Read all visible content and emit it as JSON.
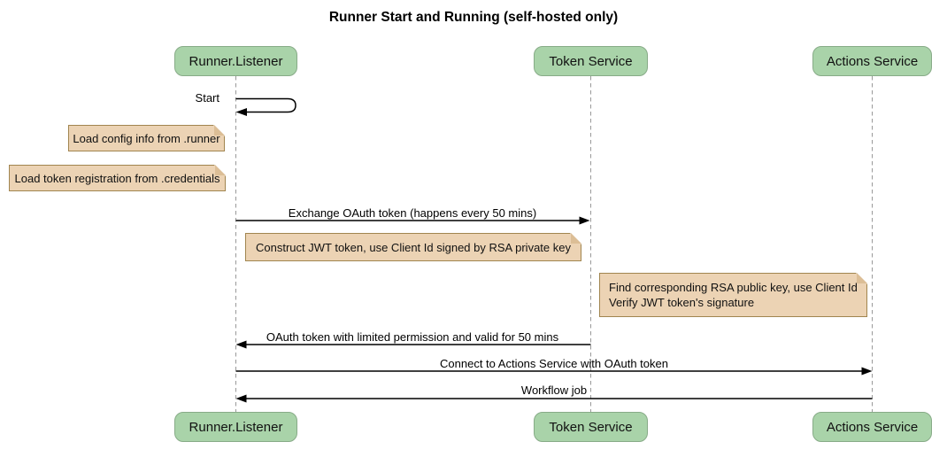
{
  "title": "Runner Start and Running (self-hosted only)",
  "participants": [
    {
      "name": "Runner.Listener"
    },
    {
      "name": "Token Service"
    },
    {
      "name": "Actions Service"
    }
  ],
  "messages": [
    {
      "label": "Start",
      "from": "Runner.Listener",
      "to": "Runner.Listener"
    },
    {
      "label": "Exchange OAuth token (happens every 50 mins)",
      "from": "Runner.Listener",
      "to": "Token Service"
    },
    {
      "label": "OAuth token with limited permission and valid for 50 mins",
      "from": "Token Service",
      "to": "Runner.Listener"
    },
    {
      "label": "Connect to Actions Service with OAuth token",
      "from": "Runner.Listener",
      "to": "Actions Service"
    },
    {
      "label": "Workflow job",
      "from": "Actions Service",
      "to": "Runner.Listener"
    }
  ],
  "notes": [
    {
      "text": "Load config info from .runner"
    },
    {
      "text": "Load token registration from .credentials"
    },
    {
      "text": "Construct JWT token, use Client Id signed by RSA private key"
    },
    {
      "lines": [
        "Find corresponding RSA public key, use Client Id",
        "Verify JWT token's signature"
      ]
    }
  ],
  "colors": {
    "background": "#ffffff",
    "participant_fill": "#a9d3a9",
    "participant_border": "#87ab87",
    "note_fill": "#ecd3b4",
    "note_border": "#a1854f",
    "lifeline": "#999999",
    "arrow": "#000000"
  }
}
